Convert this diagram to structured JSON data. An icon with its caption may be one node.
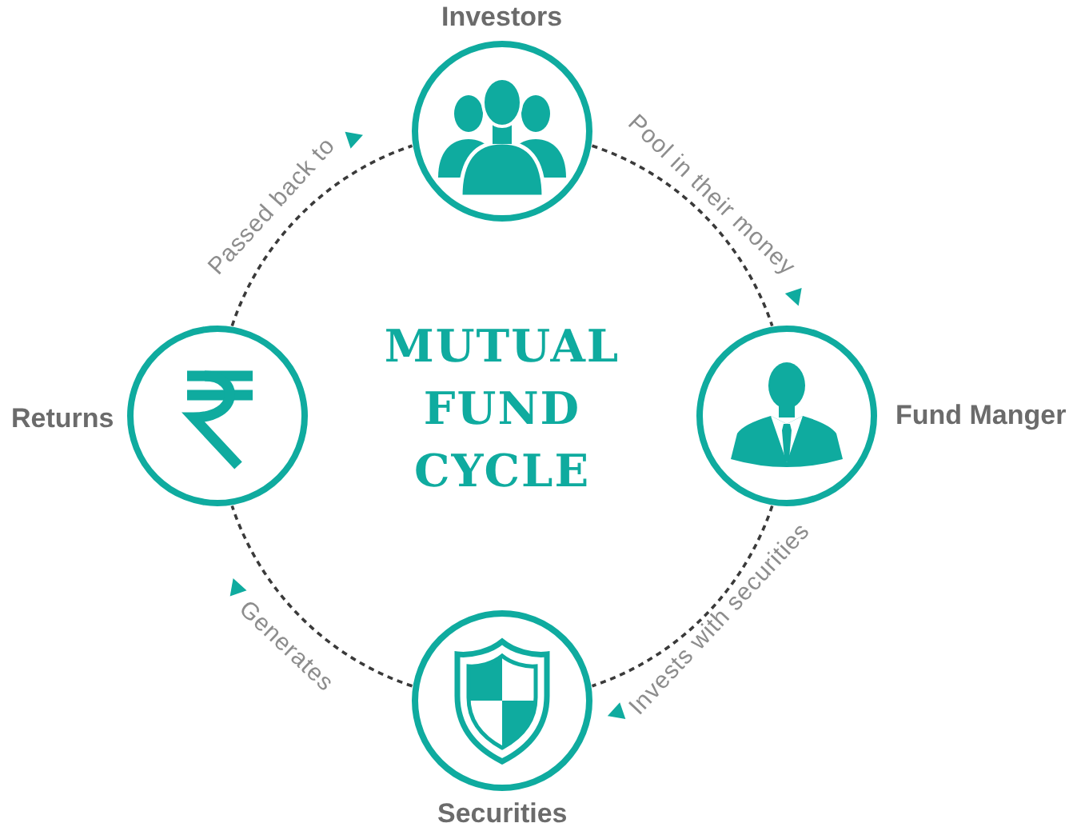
{
  "diagram": {
    "title": "MUTUAL FUND CYCLE",
    "nodes": [
      {
        "text": [
          "Investors"
        ]
      },
      {
        "text": [
          "Fund Manger"
        ]
      },
      {
        "text": [
          "Securities"
        ]
      },
      {
        "text": [
          "Returns"
        ]
      }
    ],
    "edges": [
      {
        "from": 0,
        "to": 1,
        "arrow": "to",
        "label": "Pool in their money",
        "style": "dashed"
      },
      {
        "from": 1,
        "to": 2,
        "arrow": "to",
        "label": "Invests with securities",
        "style": "dashed"
      },
      {
        "from": 2,
        "to": 3,
        "arrow": "to",
        "label": "Generates",
        "style": "dashed"
      },
      {
        "from": 3,
        "to": 0,
        "arrow": "to",
        "label": "Passed back to",
        "style": "dashed"
      }
    ]
  }
}
